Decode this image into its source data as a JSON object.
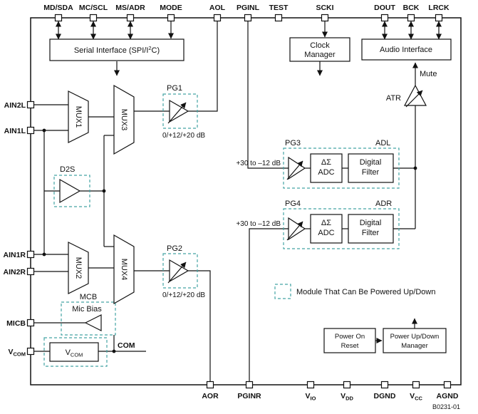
{
  "figure": {
    "id": "B0231-01"
  },
  "colors": {
    "module_border": "#45a5a5",
    "wire": "#111111"
  },
  "pins": {
    "top": {
      "md_sda": "MD/SDA",
      "mc_scl": "MC/SCL",
      "ms_adr": "MS/ADR",
      "mode": "MODE",
      "aol": "AOL",
      "pginl": "PGINL",
      "test": "TEST",
      "scki": "SCKI",
      "dout": "DOUT",
      "bck": "BCK",
      "lrck": "LRCK"
    },
    "left": {
      "ain2l": "AIN2L",
      "ain1l": "AIN1L",
      "ain1r": "AIN1R",
      "ain2r": "AIN2R",
      "micb": "MICB",
      "vcom_base": "V",
      "vcom_sub": "COM"
    },
    "bottom": {
      "aor": "AOR",
      "pginr": "PGINR",
      "vio_base": "V",
      "vio_sub": "IO",
      "vdd_base": "V",
      "vdd_sub": "DD",
      "dgnd": "DGND",
      "vcc_base": "V",
      "vcc_sub": "CC",
      "agnd": "AGND"
    }
  },
  "blocks": {
    "serial_interface": {
      "pre": "Serial Interface (SPI/I",
      "sup": "2",
      "post": "C)"
    },
    "clock_manager": {
      "line1": "Clock",
      "line2": "Manager"
    },
    "audio_interface": "Audio Interface",
    "mux1": "MUX1",
    "mux2": "MUX2",
    "mux3": "MUX3",
    "mux4": "MUX4",
    "d2s": "D2S",
    "pg1": "PG1",
    "pg2": "PG2",
    "pg3": "PG3",
    "pg4": "PG4",
    "adl": "ADL",
    "adr": "ADR",
    "atr": "ATR",
    "mute": "Mute",
    "adc": {
      "line1": "ΔΣ",
      "line2": "ADC"
    },
    "digital_filter": {
      "line1": "Digital",
      "line2": "Filter"
    },
    "mcb": "MCB",
    "mic_bias": "Mic Bias",
    "vcom_box": {
      "base": "V",
      "sub": "COM"
    },
    "com": "COM",
    "power_on_reset": {
      "line1": "Power On",
      "line2": "Reset"
    },
    "power_manager": {
      "line1": "Power Up/Down",
      "line2": "Manager"
    }
  },
  "annotations": {
    "gain_pg1": "0/+12/+20 dB",
    "gain_pg2": "0/+12/+20 dB",
    "gain_pg3": "+30 to –12 dB",
    "gain_pg4": "+30 to –12 dB",
    "legend": "Module That Can Be Powered Up/Down"
  }
}
